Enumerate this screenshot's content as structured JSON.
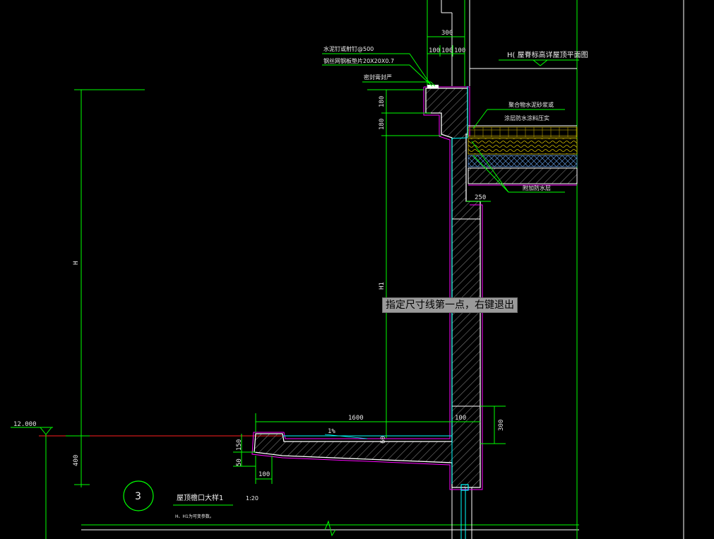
{
  "prompt": {
    "text": "指定尺寸线第一点，右键退出"
  },
  "dimensions": {
    "top_total": "300",
    "top_a": "100",
    "top_b": "100",
    "top_c": "100",
    "d180a": "180",
    "d180b": "180",
    "d250": "250",
    "h_label": "H",
    "h1_label": "H1",
    "d1600": "1600",
    "d100_right": "100",
    "d300_right": "300",
    "d150": "150",
    "d50": "50",
    "d400": "400",
    "d100_bottom": "100",
    "d60": "60",
    "slope": "1%"
  },
  "labels": {
    "note1": "水泥钉或射钉@500",
    "note2": "钢丝网钢板垫片20X20X0.7",
    "note3": "密封膏封严",
    "note4": "聚合物水泥砂浆或",
    "note5": "涂层防水涂料压实",
    "note6": "附加防水层",
    "plan_ref": "H( 屋脊标高详屋顶平面图",
    "elevation": "12.000",
    "detail_no": "3",
    "detail_title": "屋顶檐口大样1",
    "scale": "1:20",
    "subnote": "H、H1为可变参数。"
  },
  "colors": {
    "background": "#000000",
    "structure": "#ffffff",
    "finish": "#ff00ff",
    "dim": "#00ff00",
    "axis": "#ff0000",
    "leader": "#00ffff",
    "insulation": "#ffff00",
    "hatch": "#9a9a9a"
  }
}
